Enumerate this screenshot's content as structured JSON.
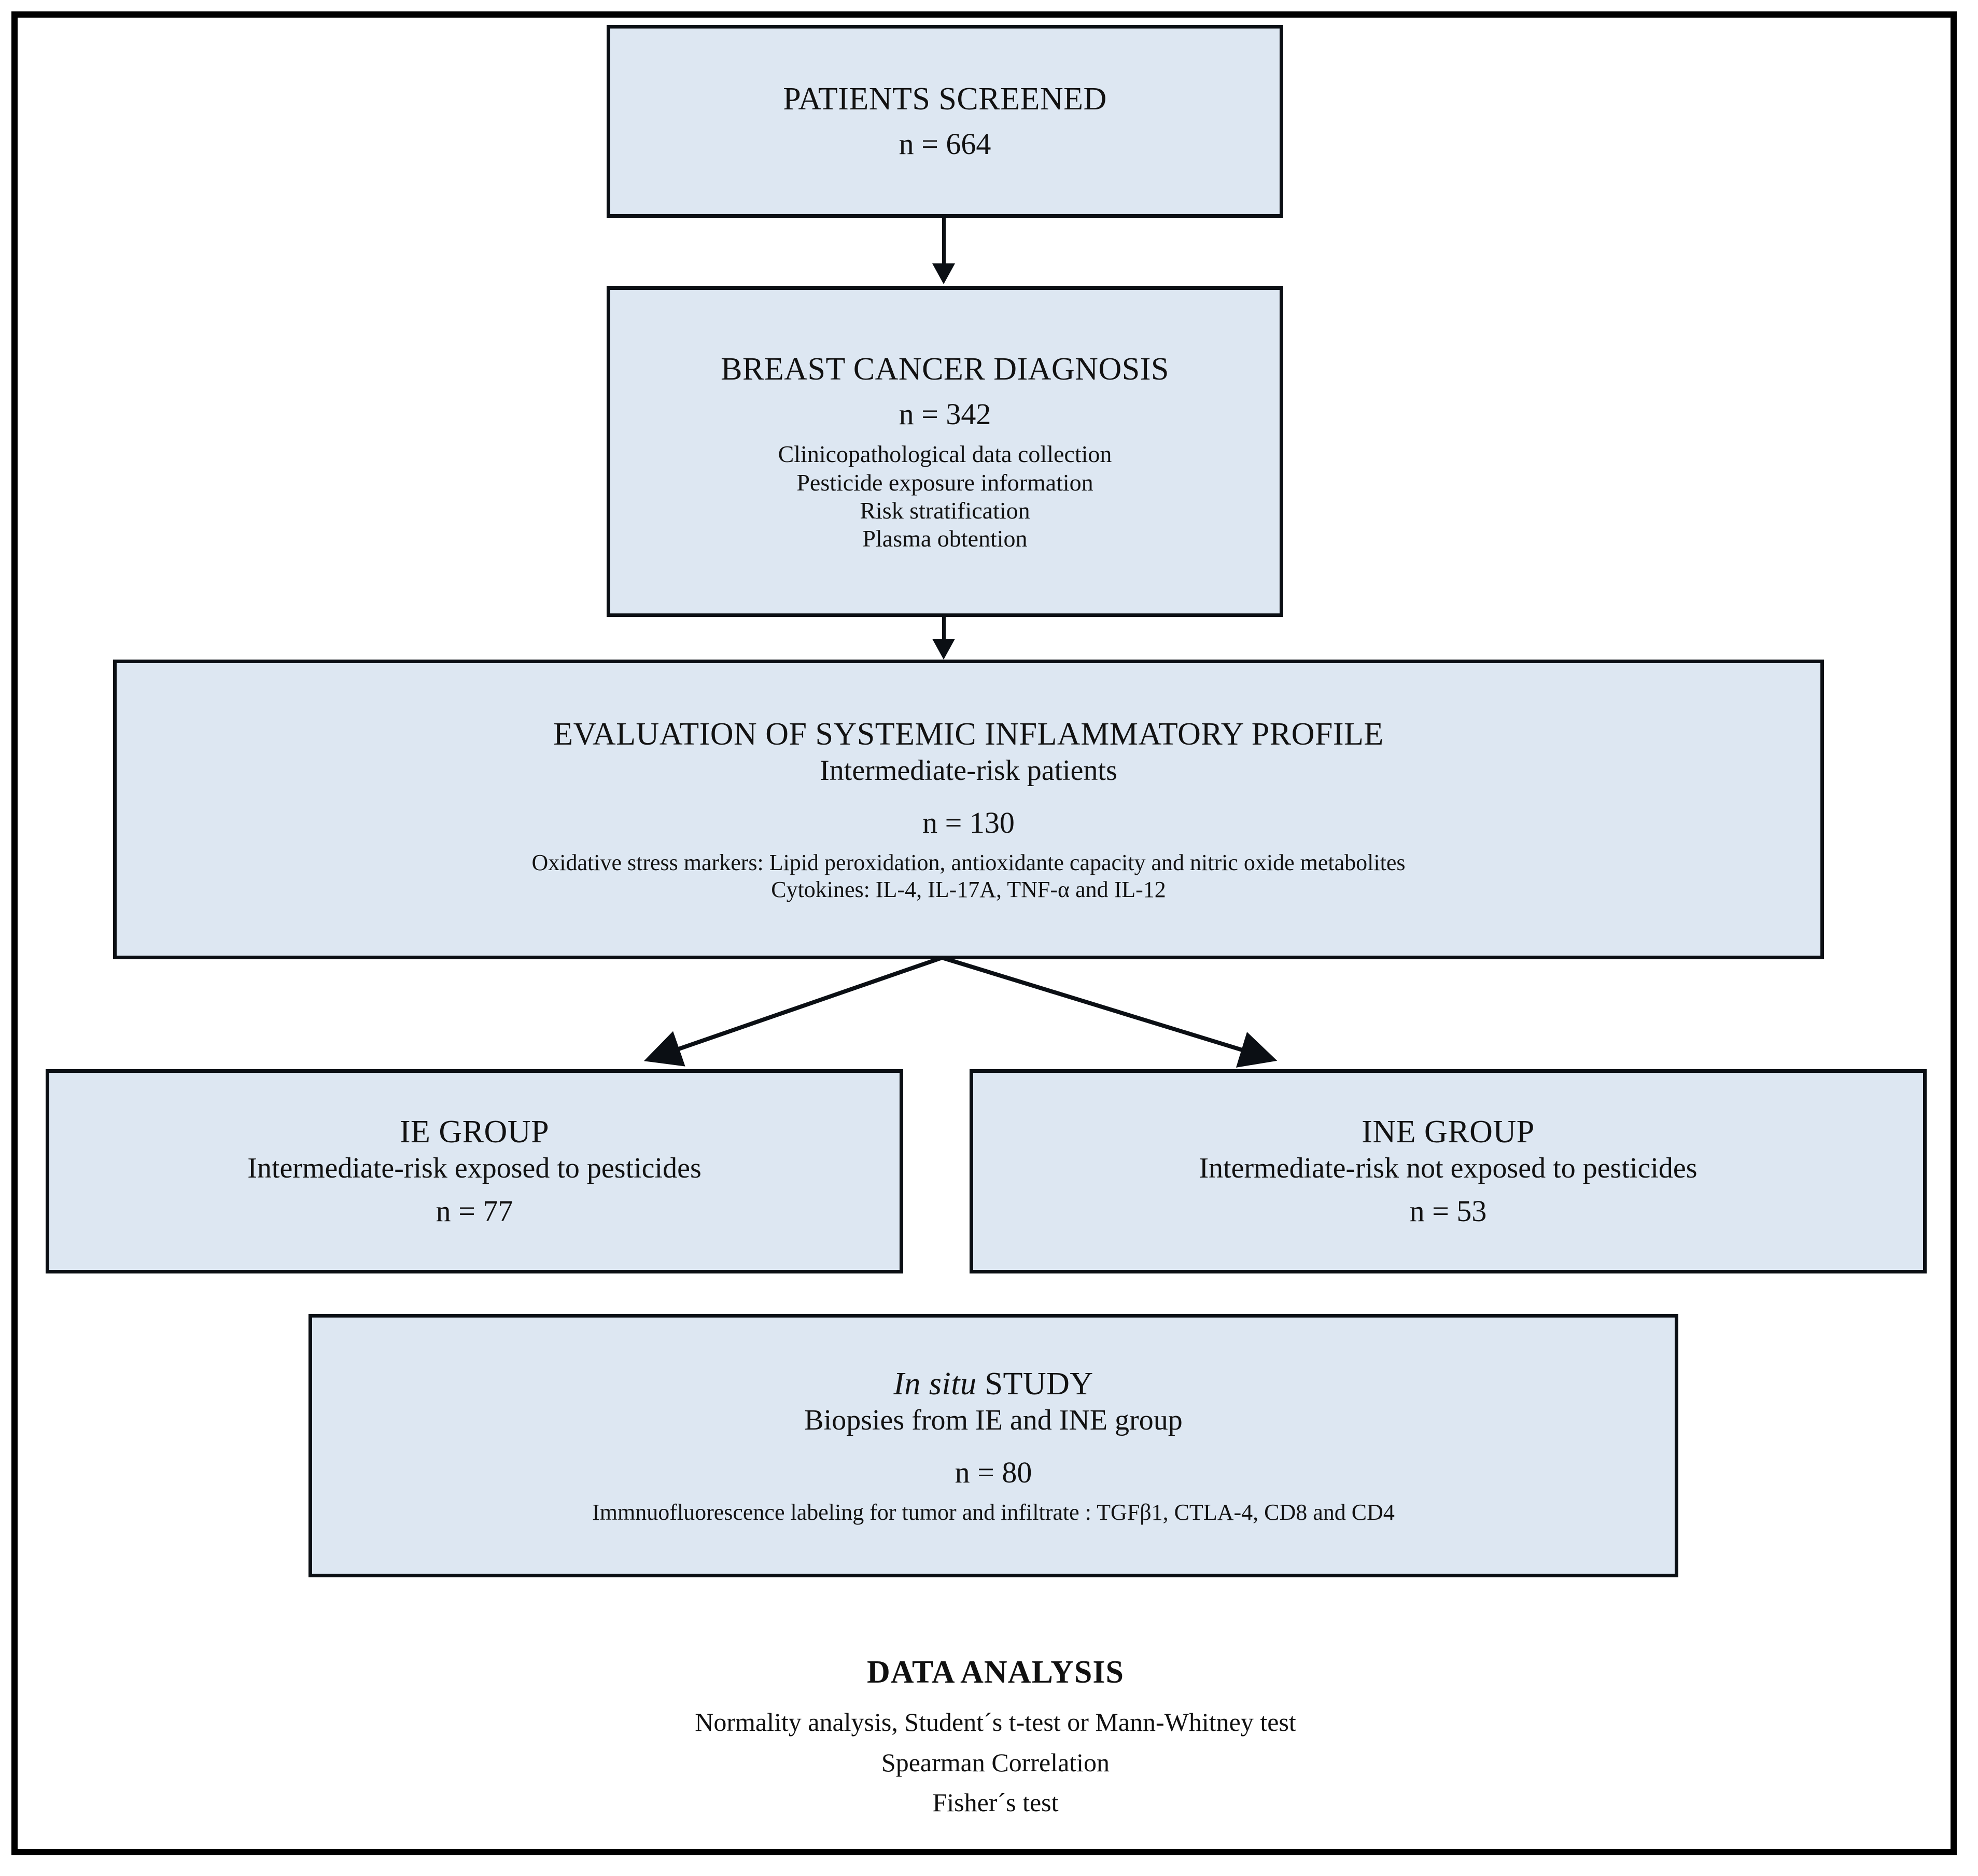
{
  "figure": {
    "type": "study-flowchart",
    "colors": {
      "box_fill": "#dde7f2",
      "box_border": "#0b0f14",
      "frame_border": "#000000",
      "text": "#121212",
      "background": "#ffffff"
    }
  },
  "nodes": {
    "screened": {
      "title": "PATIENTS SCREENED",
      "n": "n = 664"
    },
    "diagnosis": {
      "title": "BREAST CANCER DIAGNOSIS",
      "n": "n = 342",
      "items": [
        "Clinicopathological  data collection",
        "Pesticide exposure information",
        "Risk stratification",
        "Plasma obtention"
      ]
    },
    "evaluation": {
      "title": "EVALUATION OF SYSTEMIC INFLAMMATORY  PROFILE",
      "subtitle": "Intermediate-risk  patients",
      "n": "n = 130",
      "items": [
        "Oxidative stress markers: Lipid peroxidation,  antioxidante  capacity and nitric  oxide metabolites",
        "Cytokines:  IL-4, IL-17A, TNF-α and IL-12"
      ]
    },
    "ie_group": {
      "title": "IE GROUP",
      "subtitle": "Intermediate-risk  exposed to pesticides",
      "n": "n = 77"
    },
    "ine_group": {
      "title": "INE GROUP",
      "subtitle": "Intermediate-risk  not exposed to pesticides",
      "n": "n = 53"
    },
    "in_situ": {
      "title_italic": "In situ",
      "title_rest": " STUDY",
      "subtitle": "Biopsies from IE and INE group",
      "n": "n = 80",
      "items": [
        "Immnuofluorescence labeling  for tumor and infiltrate :  TGFβ1, CTLA-4, CD8 and CD4"
      ]
    },
    "data_analysis": {
      "title": "DATA ANALYSIS",
      "lines": [
        "Normality  analysis, Student´s t-test or Mann-Whitney test",
        "Spearman Correlation",
        "Fisher´s test"
      ]
    }
  },
  "connectors": [
    {
      "name": "screened-to-diagnosis",
      "kind": "arrow-down"
    },
    {
      "name": "diagnosis-to-evaluation",
      "kind": "arrow-down"
    },
    {
      "name": "evaluation-to-ie-group",
      "kind": "arrow-diagonal-left"
    },
    {
      "name": "evaluation-to-ine-group",
      "kind": "arrow-diagonal-right"
    }
  ]
}
